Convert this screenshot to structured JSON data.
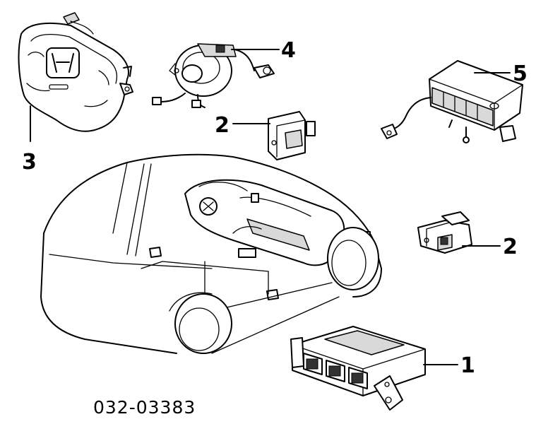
{
  "diagram": {
    "part_number": "032-03383",
    "callouts": {
      "airbag_module": "3",
      "clock_spring": "4",
      "sensor_upper": "2",
      "passenger_airbag": "5",
      "sensor_right": "2",
      "srs_control_unit": "1"
    }
  }
}
